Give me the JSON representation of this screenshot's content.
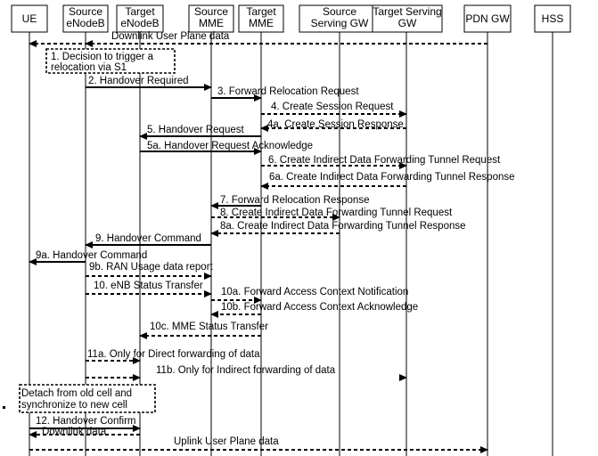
{
  "participants": [
    {
      "key": "ue",
      "lines": [
        "UE"
      ]
    },
    {
      "key": "source-enodeb",
      "lines": [
        "Source",
        "eNodeB"
      ]
    },
    {
      "key": "target-enodeb",
      "lines": [
        "Target",
        "eNodeB"
      ]
    },
    {
      "key": "source-mme",
      "lines": [
        "Source",
        "MME"
      ]
    },
    {
      "key": "target-mme",
      "lines": [
        "Target",
        "MME"
      ]
    },
    {
      "key": "source-serving-gw",
      "lines": [
        "Source",
        "Serving GW"
      ]
    },
    {
      "key": "target-serving-gw",
      "lines": [
        "Target Serving",
        "GW"
      ]
    },
    {
      "key": "pdn-gw",
      "lines": [
        "PDN GW"
      ]
    },
    {
      "key": "hss",
      "lines": [
        "HSS"
      ]
    }
  ],
  "messages": [
    {
      "key": "downlink-user-plane-data",
      "label": "Downlink User Plane data",
      "from": "pdn-gw",
      "to": "ue",
      "style": "dashed",
      "via": "source-enodeb"
    },
    {
      "key": "step-2",
      "label": "2. Handover Required",
      "from": "source-enodeb",
      "to": "source-mme",
      "style": "solid"
    },
    {
      "key": "step-3",
      "label": "3. Forward Relocation Request",
      "from": "source-mme",
      "to": "target-mme",
      "style": "solid"
    },
    {
      "key": "step-4",
      "label": "4. Create Session Request",
      "from": "target-mme",
      "to": "target-serving-gw",
      "style": "dashed"
    },
    {
      "key": "step-4a",
      "label": "4a. Create Session Response",
      "from": "target-serving-gw",
      "to": "target-mme",
      "style": "dashed"
    },
    {
      "key": "step-5",
      "label": "5. Handover Request",
      "from": "target-mme",
      "to": "target-enodeb",
      "style": "solid"
    },
    {
      "key": "step-5a",
      "label": "5a. Handover Request Acknowledge",
      "from": "target-enodeb",
      "to": "target-mme",
      "style": "solid"
    },
    {
      "key": "step-6",
      "label": "6. Create Indirect  Data Forwarding Tunnel Request",
      "from": "target-mme",
      "to": "target-serving-gw",
      "style": "dashed"
    },
    {
      "key": "step-6a",
      "label": "6a. Create Indirect  Data Forwarding Tunnel Response",
      "from": "target-serving-gw",
      "to": "target-mme",
      "style": "dashed"
    },
    {
      "key": "step-7",
      "label": "7. Forward Relocation Response",
      "from": "target-mme",
      "to": "source-mme",
      "style": "solid"
    },
    {
      "key": "step-8",
      "label": "8. Create Indirect  Data Forwarding Tunnel Request",
      "from": "source-mme",
      "to": "source-serving-gw",
      "style": "dashed"
    },
    {
      "key": "step-8a",
      "label": "8a. Create Indirect  Data Forwarding Tunnel Response",
      "from": "source-serving-gw",
      "to": "source-mme",
      "style": "dashed"
    },
    {
      "key": "step-9",
      "label": "9. Handover Command",
      "from": "source-mme",
      "to": "source-enodeb",
      "style": "solid"
    },
    {
      "key": "step-9a",
      "label": "9a. Handover Command",
      "from": "source-enodeb",
      "to": "ue",
      "style": "solid"
    },
    {
      "key": "step-9b",
      "label": "9b. RAN Usage data report",
      "from": "source-enodeb",
      "to": "source-mme",
      "style": "dashed"
    },
    {
      "key": "step-10",
      "label": "10. eNB Status Transfer",
      "from": "source-enodeb",
      "to": "source-mme",
      "style": "dashed"
    },
    {
      "key": "step-10a",
      "label": "10a. Forward Access Context Notification",
      "from": "source-mme",
      "to": "target-mme",
      "style": "dashed"
    },
    {
      "key": "step-10b",
      "label": "10b. Forward Access Context Acknowledge",
      "from": "target-mme",
      "to": "source-mme",
      "style": "dashed"
    },
    {
      "key": "step-10c",
      "label": "10c. MME Status Transfer",
      "from": "target-mme",
      "to": "target-enodeb",
      "style": "dashed"
    },
    {
      "key": "step-11a",
      "label": "11a. Only for Direct forwarding of data",
      "from": "source-enodeb",
      "to": "target-enodeb",
      "style": "dashed"
    },
    {
      "key": "step-11b",
      "label": "11b. Only for Indirect forwarding of data",
      "from": "source-enodeb",
      "to": "target-enodeb",
      "style": "dashed",
      "via": "target-serving-gw"
    },
    {
      "key": "step-12",
      "label": "12. Handover Confirm",
      "from": "ue",
      "to": "target-enodeb",
      "style": "solid"
    },
    {
      "key": "downlink-data",
      "label": "Downlink data",
      "from": "target-enodeb",
      "to": "ue",
      "style": "dashed"
    },
    {
      "key": "uplink-user-plane-data",
      "label": "Uplink User Plane data",
      "from": "ue",
      "to": "pdn-gw",
      "style": "dashed"
    }
  ],
  "notes": [
    {
      "key": "note-step-1",
      "lines": [
        "1. Decision to trigger a",
        "relocation via S1"
      ]
    },
    {
      "key": "note-detach",
      "lines": [
        "Detach from old cell and",
        "synchronize to new cell"
      ]
    }
  ]
}
